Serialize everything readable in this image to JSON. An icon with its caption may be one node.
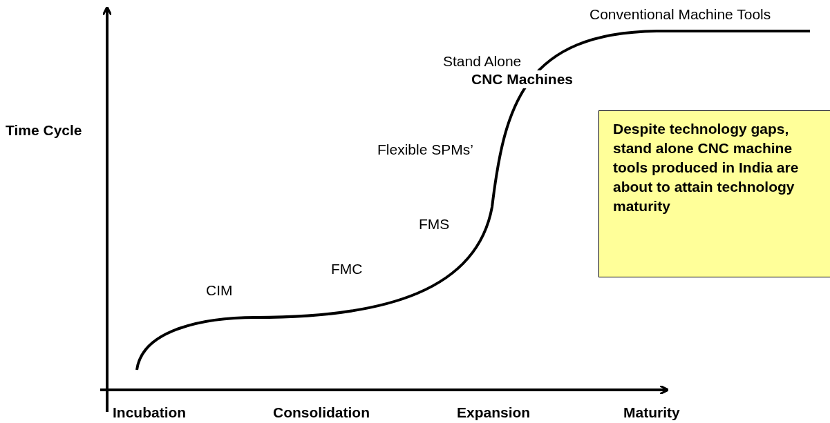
{
  "diagram": {
    "nodes": [
      {
        "text": [
          "Despite technology gaps, stand alone CNC machine tools produced in India are about to attain technology maturity"
        ]
      }
    ],
    "labels": [
      "Conventional Machine Tools",
      "Stand Alone **CNC Machines**",
      "Time Cycle",
      "Flexible SPMs’",
      "FMS",
      "FMC",
      "CIM",
      "Incubation",
      "Consolidation",
      "Expansion",
      "Maturity"
    ]
  }
}
